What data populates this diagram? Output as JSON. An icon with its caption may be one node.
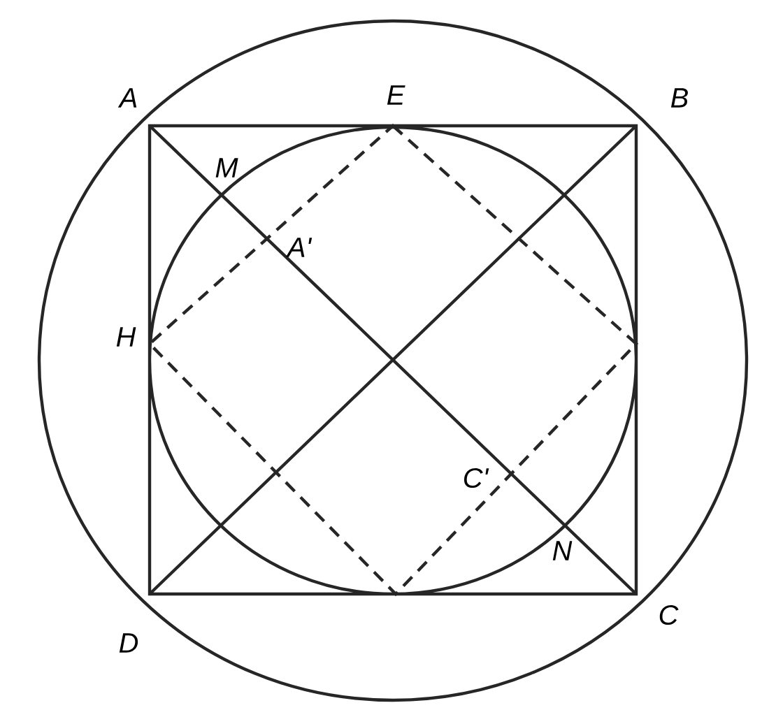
{
  "diagram": {
    "labels": [
      "A",
      "E",
      "B",
      "M",
      "A'",
      "H",
      "C'",
      "N",
      "D",
      "C"
    ]
  }
}
